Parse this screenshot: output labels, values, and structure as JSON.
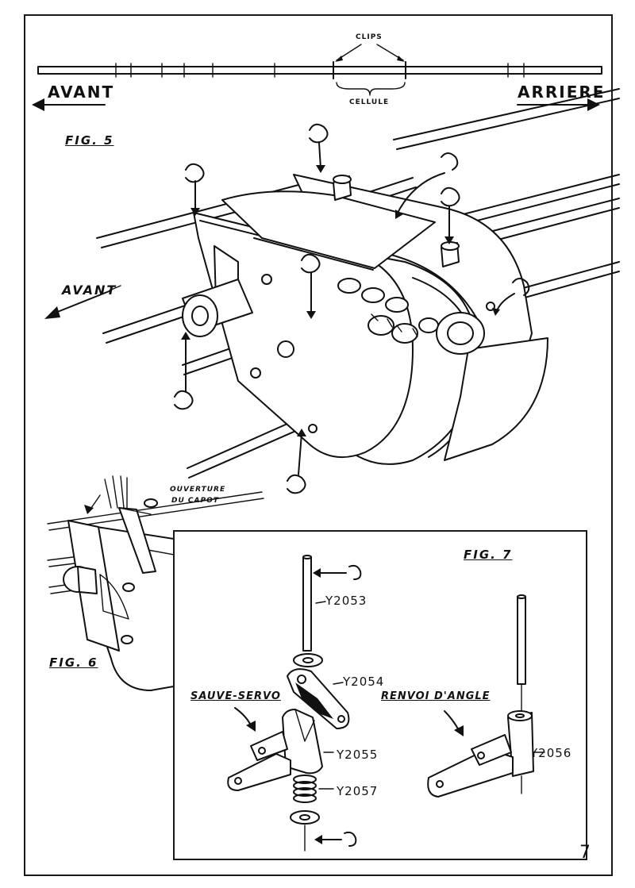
{
  "header": {
    "avant": "AVANT",
    "arriere": "ARRIERE",
    "clips": "CLIPS",
    "cellule": "CELLULE"
  },
  "fig5": {
    "title": "FIG. 5",
    "avant": "AVANT"
  },
  "fig6": {
    "title": "FIG. 6",
    "ouverture_line1": "OUVERTURE",
    "ouverture_line2": "DU CAPOT"
  },
  "fig7": {
    "title": "FIG. 7",
    "sauve_servo": "SAUVE-SERVO",
    "renvoi_angle": "RENVOI D'ANGLE",
    "parts": [
      "Y2053",
      "Y2054",
      "Y2055",
      "Y2057",
      "Y2056"
    ]
  },
  "page_number": "7"
}
